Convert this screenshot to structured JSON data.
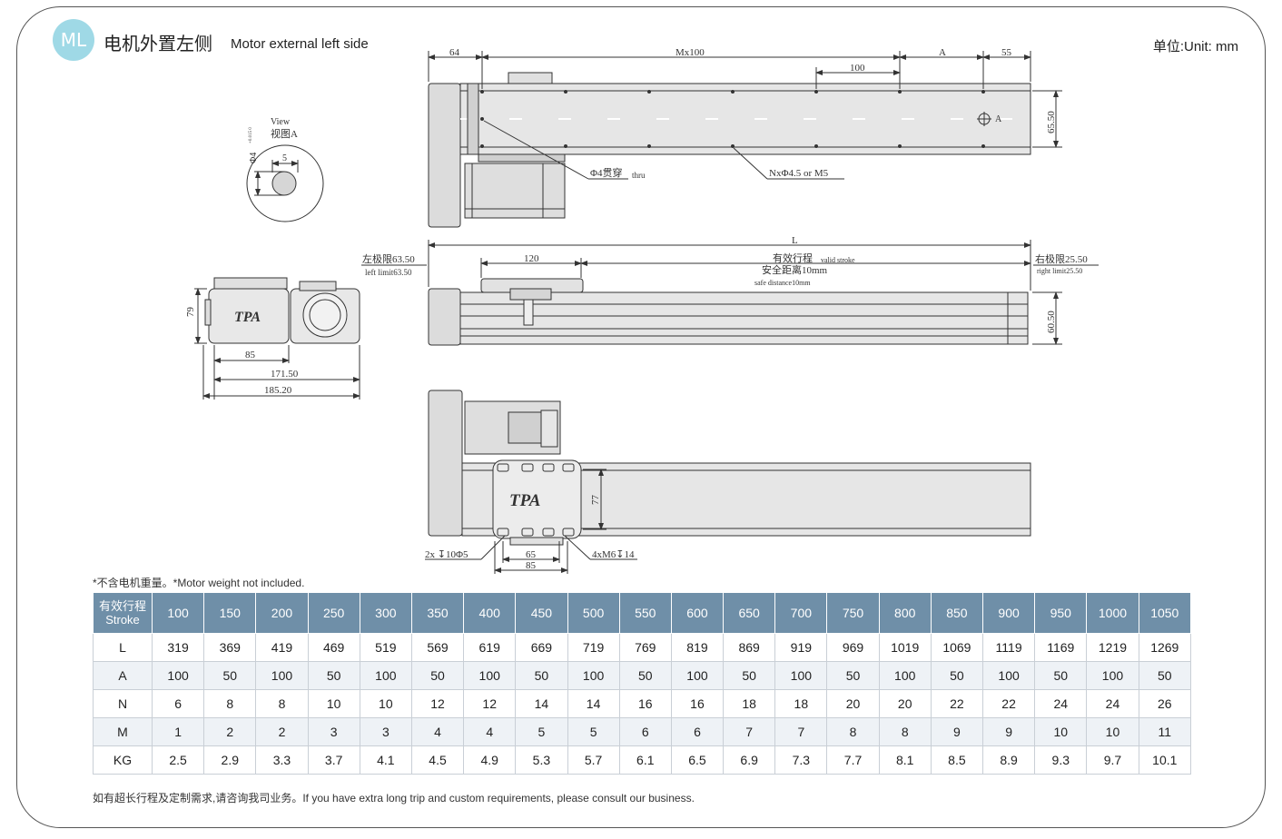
{
  "header": {
    "badge": "ML",
    "title_cn": "电机外置左侧",
    "title_en": "Motor external left side",
    "unit": "单位:Unit: mm"
  },
  "drawing_labels": {
    "dim_64": "64",
    "dim_mx100": "Mx100",
    "dim_a": "A",
    "dim_55": "55",
    "dim_100": "100",
    "dim_65_50": "65.50",
    "view_a_marker": "A",
    "hole_thru": "Φ4贯穿",
    "hole_thru_en": "thru",
    "hole_n": "NxΦ4.5 or M5",
    "view_en": "View",
    "view_cn": "视图A",
    "view_dia": "Φ4",
    "view_tol": "+0.015 0",
    "view_5": "5",
    "dim_l": "L",
    "left_limit": "左极限63.50",
    "left_limit_en": "left limit63.50",
    "dim_120": "120",
    "valid_stroke": "有效行程",
    "valid_stroke_en": "valid stroke",
    "safe_distance": "安全距离10mm",
    "safe_distance_en": "safe distance10mm",
    "right_limit": "右极限25.50",
    "right_limit_en": "right limit25.50",
    "dim_60_50": "60.50",
    "dim_79": "79",
    "dim_85": "85",
    "dim_171_50": "171.50",
    "dim_185_20": "185.20",
    "logo": "TPA",
    "dim_77": "77",
    "hole_2x": "2x ↧10Φ5",
    "dim_65": "65",
    "dim_85b": "85",
    "hole_4x": "4xM6↧14"
  },
  "note_weight": "*不含电机重量。*Motor weight not included.",
  "table": {
    "header_cn": "有效行程",
    "header_en": "Stroke",
    "strokes": [
      "100",
      "150",
      "200",
      "250",
      "300",
      "350",
      "400",
      "450",
      "500",
      "550",
      "600",
      "650",
      "700",
      "750",
      "800",
      "850",
      "900",
      "950",
      "1000",
      "1050"
    ],
    "rows": [
      {
        "label": "L",
        "values": [
          "319",
          "369",
          "419",
          "469",
          "519",
          "569",
          "619",
          "669",
          "719",
          "769",
          "819",
          "869",
          "919",
          "969",
          "1019",
          "1069",
          "1119",
          "1169",
          "1219",
          "1269"
        ]
      },
      {
        "label": "A",
        "values": [
          "100",
          "50",
          "100",
          "50",
          "100",
          "50",
          "100",
          "50",
          "100",
          "50",
          "100",
          "50",
          "100",
          "50",
          "100",
          "50",
          "100",
          "50",
          "100",
          "50"
        ]
      },
      {
        "label": "N",
        "values": [
          "6",
          "8",
          "8",
          "10",
          "10",
          "12",
          "12",
          "14",
          "14",
          "16",
          "16",
          "18",
          "18",
          "20",
          "20",
          "22",
          "22",
          "24",
          "24",
          "26"
        ]
      },
      {
        "label": "M",
        "values": [
          "1",
          "2",
          "2",
          "3",
          "3",
          "4",
          "4",
          "5",
          "5",
          "6",
          "6",
          "7",
          "7",
          "8",
          "8",
          "9",
          "9",
          "10",
          "10",
          "11"
        ]
      },
      {
        "label": "KG",
        "values": [
          "2.5",
          "2.9",
          "3.3",
          "3.7",
          "4.1",
          "4.5",
          "4.9",
          "5.3",
          "5.7",
          "6.1",
          "6.5",
          "6.9",
          "7.3",
          "7.7",
          "8.1",
          "8.5",
          "8.9",
          "9.3",
          "9.7",
          "10.1"
        ]
      }
    ]
  },
  "note_custom": "如有超长行程及定制需求,请咨询我司业务。If you have extra long trip and custom requirements, please consult our business."
}
